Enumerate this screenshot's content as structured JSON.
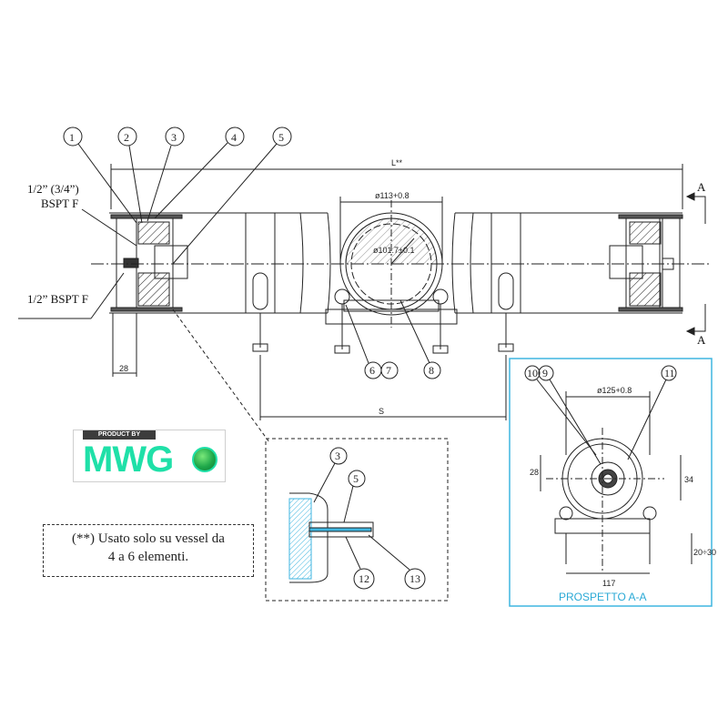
{
  "colors": {
    "line": "#222222",
    "accent_box": "#3fb6e0",
    "logo_green": "#1fe0a8"
  },
  "callouts": {
    "c1": "1",
    "c2": "2",
    "c3": "3",
    "c4": "4",
    "c5": "5",
    "c6": "6",
    "c7": "7",
    "c8": "8",
    "c9": "9",
    "c10": "10",
    "c11": "11",
    "c12": "12",
    "c13": "13",
    "c3b": "3",
    "c5b": "5"
  },
  "labels": {
    "port_top_line1": "1/2” (3/4”)",
    "port_top_line2": "BSPT F",
    "port_bottom": "1/2” BSPT F",
    "section_a": "A",
    "section_a2": "A",
    "prospetto": "PROSPETTO A-A"
  },
  "dimensions": {
    "length": "L**",
    "bore": "ø113+0.8",
    "inner": "ø101.7±0.1",
    "end_offset": "28",
    "support_spacing": "S",
    "view_bore": "ø125+0.8",
    "view_h1": "28",
    "view_h2": "34",
    "view_h3": "20÷30",
    "view_width": "117"
  },
  "note": {
    "line1": "(**) Usato solo su vessel da",
    "line2": "4 a 6 elementi."
  },
  "logo": {
    "top": "PRODUCT BY",
    "word": "MWG"
  }
}
